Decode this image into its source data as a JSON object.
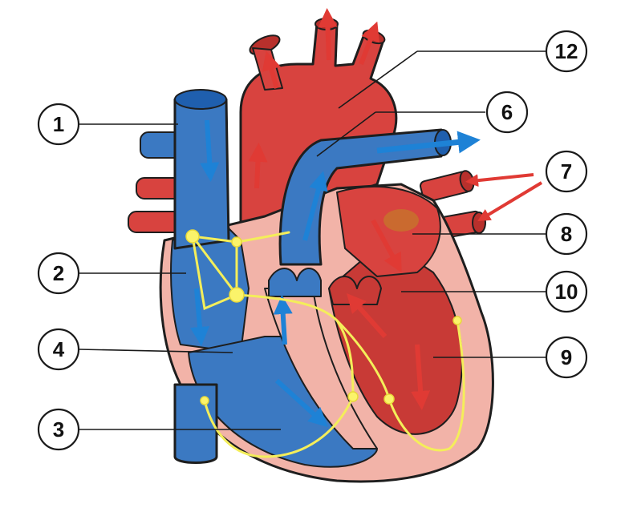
{
  "labels": [
    {
      "id": "label-1",
      "text": "1"
    },
    {
      "id": "label-2",
      "text": "2"
    },
    {
      "id": "label-3",
      "text": "3"
    },
    {
      "id": "label-4",
      "text": "4"
    },
    {
      "id": "label-6",
      "text": "6"
    },
    {
      "id": "label-7",
      "text": "7"
    },
    {
      "id": "label-8",
      "text": "8"
    },
    {
      "id": "label-9",
      "text": "9"
    },
    {
      "id": "label-10",
      "text": "10"
    },
    {
      "id": "label-12",
      "text": "12"
    }
  ],
  "colors": {
    "oxygenated_red": "#d8433f",
    "oxygenated_dark": "#b8302c",
    "deoxygenated_blue": "#3b79c2",
    "deoxygenated_dark": "#1f5fae",
    "myocardium_pink": "#f2b3a8",
    "conduction_yellow": "#f4ee5a",
    "arrow_blue": "#1e82d6",
    "arrow_red": "#e03a34"
  },
  "icons": {
    "flow_arrow": "arrow-icon",
    "conduction_node": "node-icon"
  }
}
